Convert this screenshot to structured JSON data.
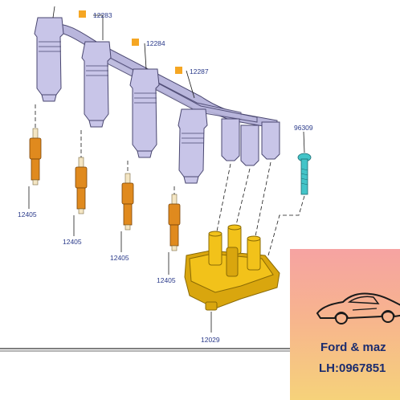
{
  "diagram": {
    "callouts": [
      {
        "id": "wire-set-1",
        "label": "12283",
        "marker": true
      },
      {
        "id": "wire-set-2",
        "label": "12284",
        "marker": true
      },
      {
        "id": "wire-set-3",
        "label": "12287",
        "marker": true
      },
      {
        "id": "bolt",
        "label": "96309",
        "marker": false
      },
      {
        "id": "plug-1",
        "label": "12405",
        "marker": false
      },
      {
        "id": "plug-2",
        "label": "12405",
        "marker": false
      },
      {
        "id": "plug-3",
        "label": "12405",
        "marker": false
      },
      {
        "id": "plug-4",
        "label": "12405",
        "marker": false
      },
      {
        "id": "coil",
        "label": "12029",
        "marker": false
      }
    ]
  },
  "promo": {
    "line1": "Ford & maz",
    "line2": "LH:0967851",
    "icon": "sports-car-icon"
  },
  "colors": {
    "part_number_text": "#2a3a8a",
    "ignition_wire": "#b9b6dc",
    "spark_plug": "#e08a1e",
    "ignition_coil": "#f2c21a",
    "bolt": "#43c4c8",
    "callout_marker": "#f5a623",
    "promo_text": "#1c2c6e"
  }
}
